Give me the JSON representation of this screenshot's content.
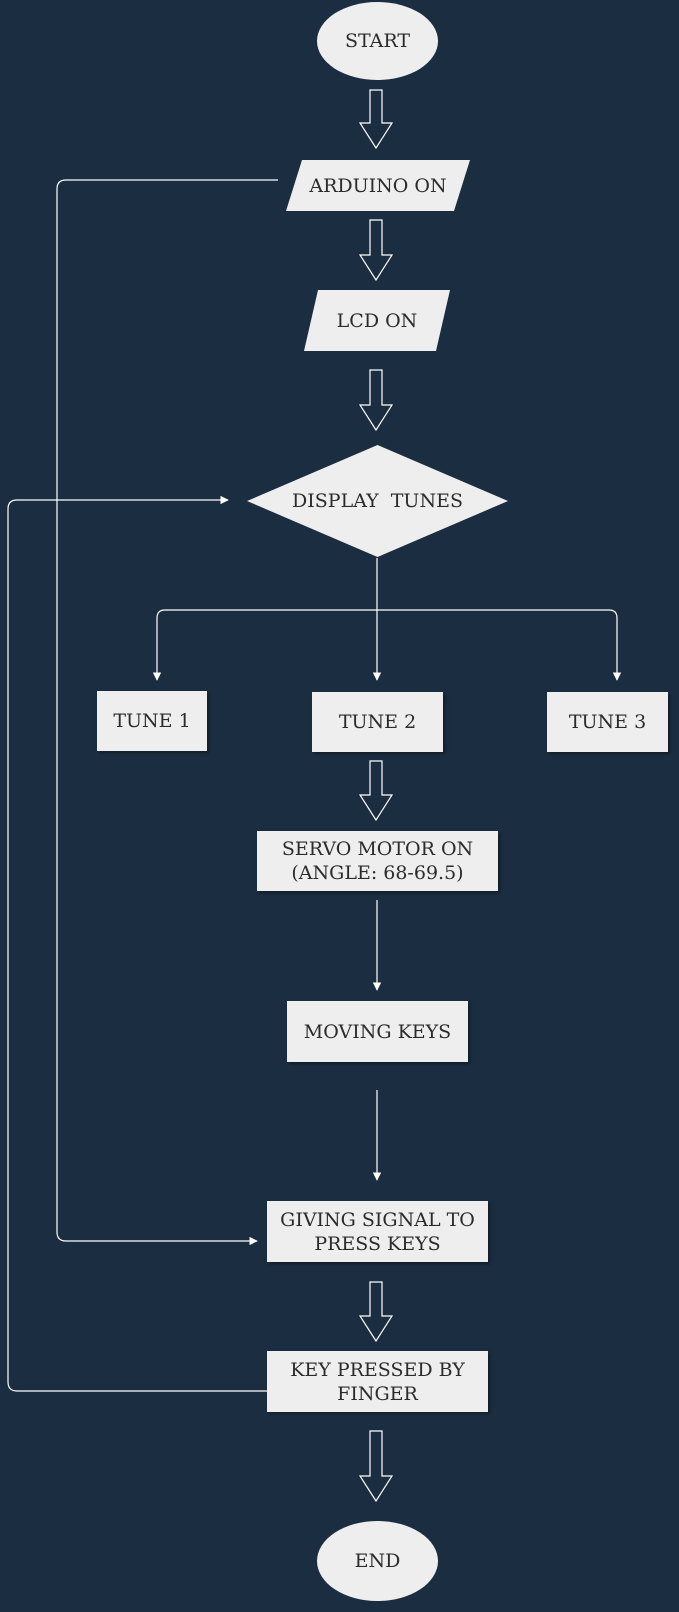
{
  "colors": {
    "background": "#1b2d40",
    "shape_fill": "#eeeeee",
    "line": "#ffffff",
    "text": "#2b2b2b"
  },
  "nodes": {
    "start": "START",
    "arduino_on": "ARDUINO ON",
    "lcd_on": "LCD ON",
    "display_tunes": "DISPLAY  TUNES",
    "tune1": "TUNE 1",
    "tune2": "TUNE 2",
    "tune3": "TUNE 3",
    "servo_motor_on": "SERVO MOTOR ON\n(ANGLE: 68-69.5)",
    "moving_keys": "MOVING KEYS",
    "giving_signal": "GIVING SIGNAL TO\nPRESS KEYS",
    "key_pressed": "KEY PRESSED BY\nFINGER",
    "end": "END"
  }
}
